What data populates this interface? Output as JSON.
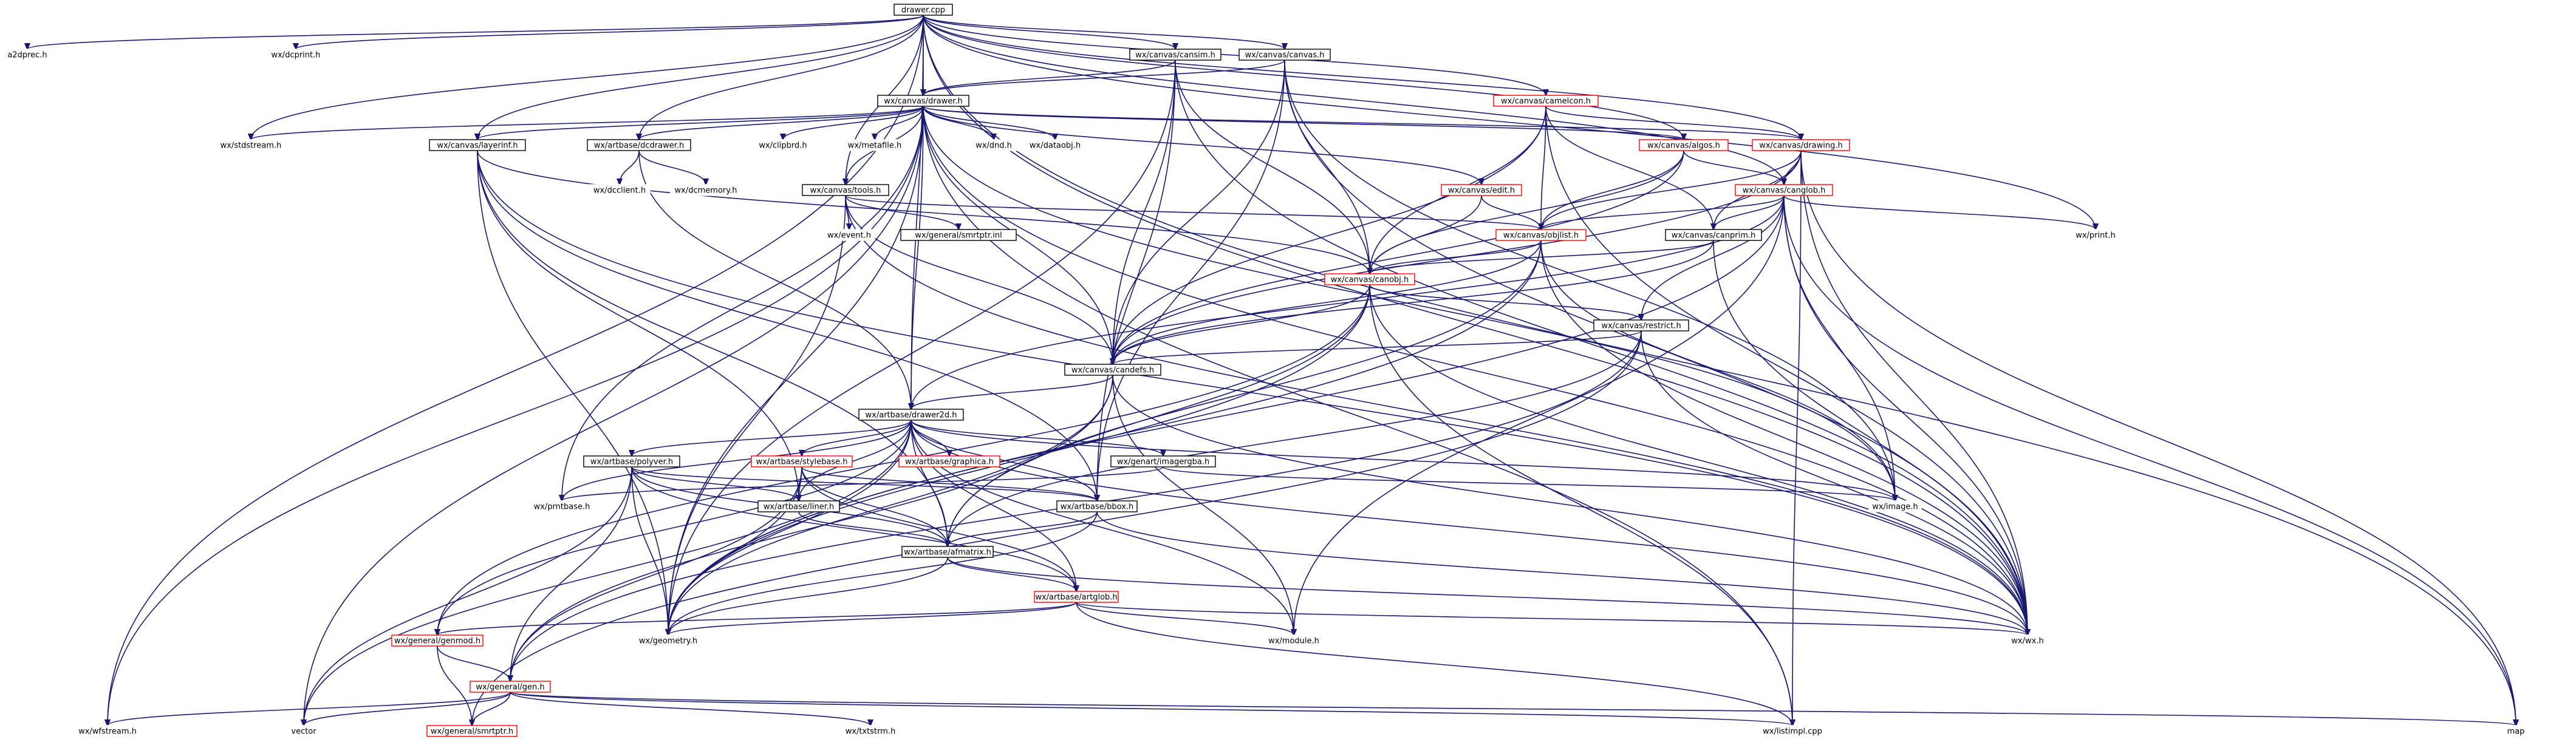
{
  "colors": {
    "edge": "#191970",
    "root_fill": "#bfbfbf",
    "border_black": "#000000",
    "border_red": "#ff0000",
    "border_none": "#ffffff"
  },
  "nodes": [
    {
      "id": "drawer_cpp",
      "label": "drawer.cpp",
      "style": "root"
    },
    {
      "id": "a2dprec",
      "label": "a2dprec.h",
      "style": "none"
    },
    {
      "id": "dcprint",
      "label": "wx/dcprint.h",
      "style": "none"
    },
    {
      "id": "canvas_canvas",
      "label": "wx/canvas/canvas.h",
      "style": "black"
    },
    {
      "id": "canvas_cansim",
      "label": "wx/canvas/cansim.h",
      "style": "black"
    },
    {
      "id": "canvas_drawer",
      "label": "wx/canvas/drawer.h",
      "style": "black"
    },
    {
      "id": "canvas_camelcon",
      "label": "wx/canvas/camelcon.h",
      "style": "red"
    },
    {
      "id": "stdstream",
      "label": "wx/stdstream.h",
      "style": "none"
    },
    {
      "id": "canvas_layerinf",
      "label": "wx/canvas/layerinf.h",
      "style": "black"
    },
    {
      "id": "artbase_dcdrawer",
      "label": "wx/artbase/dcdrawer.h",
      "style": "black"
    },
    {
      "id": "clipbrd",
      "label": "wx/clipbrd.h",
      "style": "none"
    },
    {
      "id": "metafile",
      "label": "wx/metafile.h",
      "style": "none"
    },
    {
      "id": "dnd",
      "label": "wx/dnd.h",
      "style": "none"
    },
    {
      "id": "dataobj",
      "label": "wx/dataobj.h",
      "style": "none"
    },
    {
      "id": "canvas_algos",
      "label": "wx/canvas/algos.h",
      "style": "red"
    },
    {
      "id": "canvas_drawing",
      "label": "wx/canvas/drawing.h",
      "style": "red"
    },
    {
      "id": "dcclient",
      "label": "wx/dcclient.h",
      "style": "none"
    },
    {
      "id": "dcmemory",
      "label": "wx/dcmemory.h",
      "style": "none"
    },
    {
      "id": "canvas_tools",
      "label": "wx/canvas/tools.h",
      "style": "black"
    },
    {
      "id": "canvas_edit",
      "label": "wx/canvas/edit.h",
      "style": "red"
    },
    {
      "id": "canvas_canglob",
      "label": "wx/canvas/canglob.h",
      "style": "red"
    },
    {
      "id": "event",
      "label": "wx/event.h",
      "style": "none"
    },
    {
      "id": "general_smrtptr_inl",
      "label": "wx/general/smrtptr.inl",
      "style": "black"
    },
    {
      "id": "canvas_objlist",
      "label": "wx/canvas/objlist.h",
      "style": "red"
    },
    {
      "id": "canvas_canprim",
      "label": "wx/canvas/canprim.h",
      "style": "black"
    },
    {
      "id": "print",
      "label": "wx/print.h",
      "style": "none"
    },
    {
      "id": "canvas_canobj",
      "label": "wx/canvas/canobj.h",
      "style": "red"
    },
    {
      "id": "canvas_restrict",
      "label": "wx/canvas/restrict.h",
      "style": "black"
    },
    {
      "id": "canvas_candefs",
      "label": "wx/canvas/candefs.h",
      "style": "black"
    },
    {
      "id": "artbase_drawer2d",
      "label": "wx/artbase/drawer2d.h",
      "style": "black"
    },
    {
      "id": "artbase_polyver",
      "label": "wx/artbase/polyver.h",
      "style": "black"
    },
    {
      "id": "artbase_stylebase",
      "label": "wx/artbase/stylebase.h",
      "style": "red"
    },
    {
      "id": "artbase_graphica",
      "label": "wx/artbase/graphica.h",
      "style": "red"
    },
    {
      "id": "genart_imagergba",
      "label": "wx/genart/imagergba.h",
      "style": "black"
    },
    {
      "id": "prntbase",
      "label": "wx/prntbase.h",
      "style": "none"
    },
    {
      "id": "artbase_liner",
      "label": "wx/artbase/liner.h",
      "style": "black"
    },
    {
      "id": "artbase_bbox",
      "label": "wx/artbase/bbox.h",
      "style": "black"
    },
    {
      "id": "image",
      "label": "wx/image.h",
      "style": "none"
    },
    {
      "id": "artbase_afmatrix",
      "label": "wx/artbase/afmatrix.h",
      "style": "black"
    },
    {
      "id": "artbase_artglob",
      "label": "wx/artbase/artglob.h",
      "style": "red"
    },
    {
      "id": "general_genmod",
      "label": "wx/general/genmod.h",
      "style": "red"
    },
    {
      "id": "geometry",
      "label": "wx/geometry.h",
      "style": "none"
    },
    {
      "id": "module",
      "label": "wx/module.h",
      "style": "none"
    },
    {
      "id": "wx_wx",
      "label": "wx/wx.h",
      "style": "none"
    },
    {
      "id": "general_gen",
      "label": "wx/general/gen.h",
      "style": "red"
    },
    {
      "id": "wfstream",
      "label": "wx/wfstream.h",
      "style": "none"
    },
    {
      "id": "vector",
      "label": "vector",
      "style": "none"
    },
    {
      "id": "general_smrtptr",
      "label": "wx/general/smrtptr.h",
      "style": "red"
    },
    {
      "id": "txtstrm",
      "label": "wx/txtstrm.h",
      "style": "none"
    },
    {
      "id": "listimpl",
      "label": "wx/listimpl.cpp",
      "style": "none"
    },
    {
      "id": "map",
      "label": "map",
      "style": "none"
    }
  ]
}
